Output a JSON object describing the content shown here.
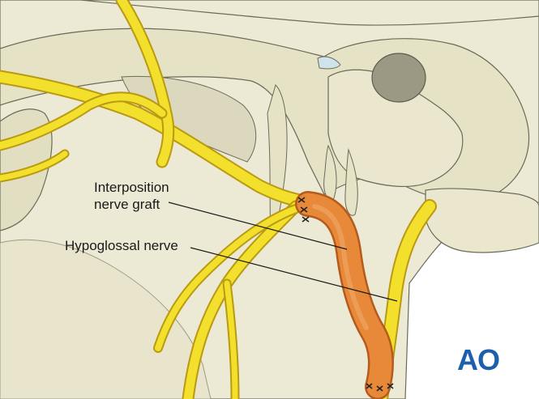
{
  "labels": {
    "graft_line1": "Interposition",
    "graft_line2": "nerve graft",
    "hypoglossal": "Hypoglossal nerve"
  },
  "logo": {
    "text": "AO"
  },
  "colors": {
    "bone": "#ece9d4",
    "bone_shadow": "#dcd8bd",
    "bone_outline": "#6b6b5a",
    "nerve": "#f3e02c",
    "nerve_outline": "#b99a10",
    "graft": "#e8893a",
    "graft_outline": "#b55b1c",
    "cartilage": "#cfe3ea",
    "orbit_shadow": "#9b9883",
    "logo": "#1b5fad"
  },
  "icons": [
    "suture-icon",
    "ao-logo-icon"
  ]
}
